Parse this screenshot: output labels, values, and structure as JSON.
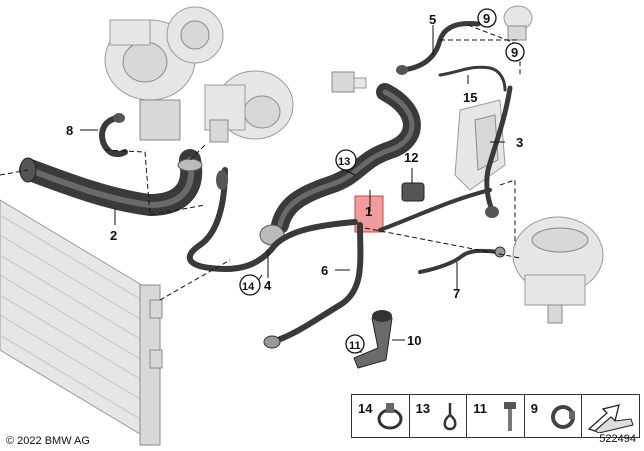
{
  "callouts": {
    "c1": "1",
    "c2": "2",
    "c3": "3",
    "c4": "4",
    "c5": "5",
    "c6": "6",
    "c7": "7",
    "c8": "8",
    "c9a": "9",
    "c9b": "9",
    "c10": "10",
    "c11": "11",
    "c12": "12",
    "c13": "13",
    "c14": "14",
    "c15": "15"
  },
  "legend": {
    "items": [
      {
        "label": "14",
        "icon": "hose-clamp-icon"
      },
      {
        "label": "13",
        "icon": "spring-clip-icon"
      },
      {
        "label": "11",
        "icon": "bolt-icon"
      },
      {
        "label": "9",
        "icon": "band-clamp-icon"
      }
    ],
    "arrow_icon": "direction-arrow-icon"
  },
  "footer": {
    "copyright": "© 2022 BMW AG",
    "diagram_number": "522494"
  },
  "colors": {
    "highlight": "#e87b7b",
    "hose": "#3a3a3a",
    "part_fill": "#d8d8d8"
  }
}
